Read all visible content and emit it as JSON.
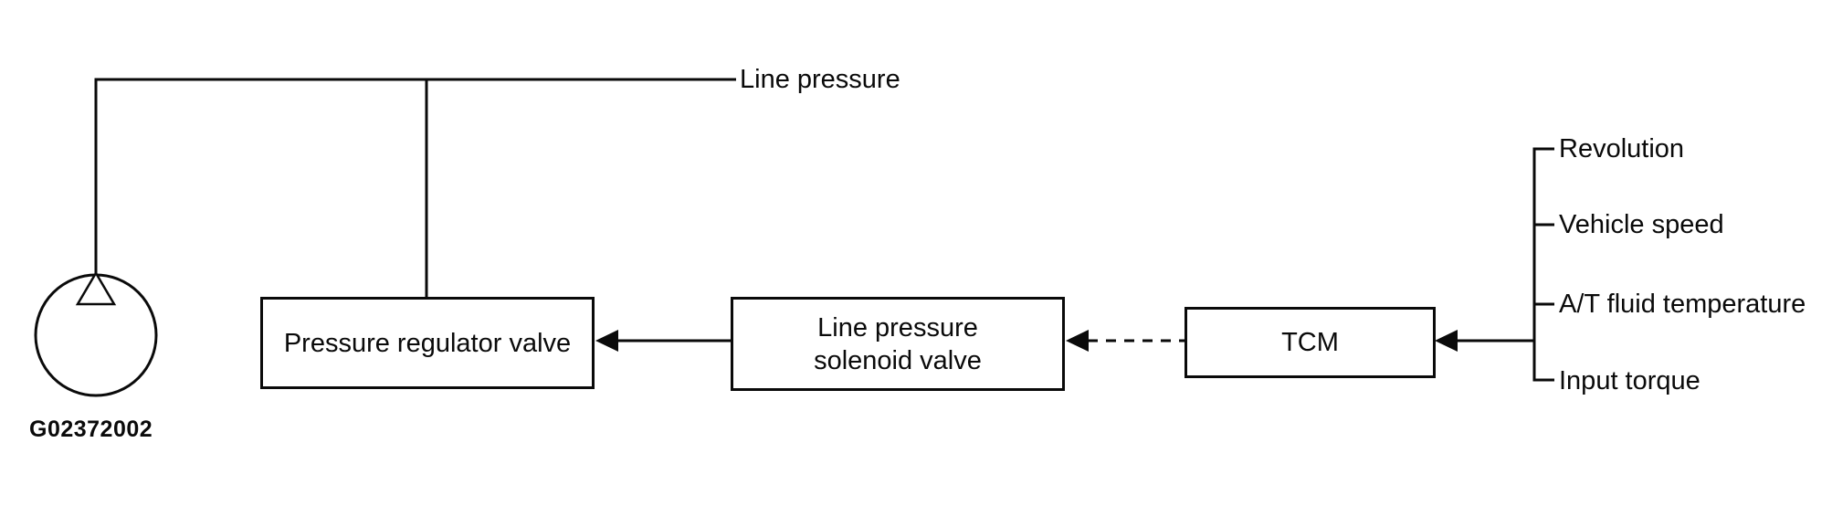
{
  "diagram": {
    "background_color": "#ffffff",
    "stroke_color": "#0a0a0a",
    "line_pressure_label": "Line pressure",
    "figure_id": "G02372002",
    "boxes": {
      "regulator": {
        "label": "Pressure regulator valve"
      },
      "solenoid": {
        "line1": "Line pressure",
        "line2": "solenoid valve"
      },
      "tcm": {
        "label": "TCM"
      }
    },
    "tcm_inputs": [
      {
        "label": "Revolution"
      },
      {
        "label": "Vehicle speed"
      },
      {
        "label": "A/T fluid temperature"
      },
      {
        "label": "Input torque"
      }
    ],
    "icons": {
      "pump": "pump-icon"
    }
  }
}
